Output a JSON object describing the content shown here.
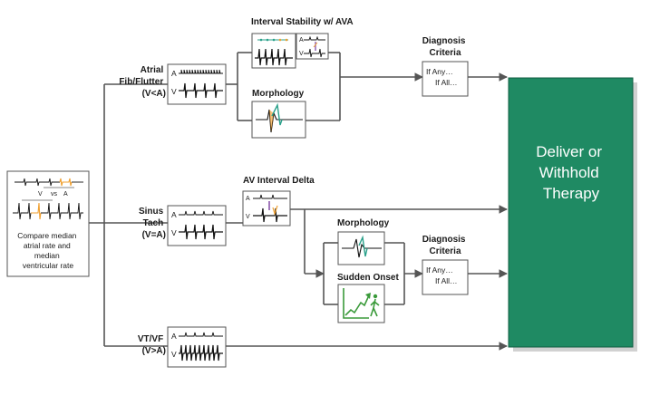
{
  "colors": {
    "therapy_fill": "#1f8a63",
    "therapy_text": "#ffffff",
    "wire": "#555555",
    "accent_orange": "#f0a030",
    "accent_purple": "#7b3fa0",
    "accent_teal": "#2aa08a",
    "accent_green": "#3a9a3a"
  },
  "input_box": {
    "v_label": "V",
    "vs_label": "vs",
    "a_label": "A",
    "caption": [
      "Compare median",
      "atrial rate and",
      "median",
      "ventricular rate"
    ]
  },
  "branches": {
    "af": {
      "name_lines": [
        "Atrial",
        "Fib/Flutter",
        "(V<A)"
      ],
      "strip_a": "A",
      "strip_v": "V"
    },
    "st": {
      "name_lines": [
        "Sinus",
        "Tach",
        "(V=A)"
      ],
      "strip_a": "A",
      "strip_v": "V"
    },
    "vt": {
      "name_lines": [
        "VT/VF",
        "(V>A)"
      ],
      "strip_a": "A",
      "strip_v": "V"
    }
  },
  "criteria": {
    "interval_stability": "Interval Stability w/ AVA",
    "ava_a": "A",
    "ava_v": "V",
    "morphology_af": "Morphology",
    "av_interval_delta": "AV Interval Delta",
    "avd_a": "A",
    "avd_v": "V",
    "morphology_st": "Morphology",
    "sudden_onset": "Sudden Onset"
  },
  "diagnosis": {
    "title_lines": [
      "Diagnosis",
      "Criteria"
    ],
    "if_any": "If Any…",
    "if_all": "If All…"
  },
  "therapy": {
    "lines": [
      "Deliver or",
      "Withhold",
      "Therapy"
    ]
  }
}
